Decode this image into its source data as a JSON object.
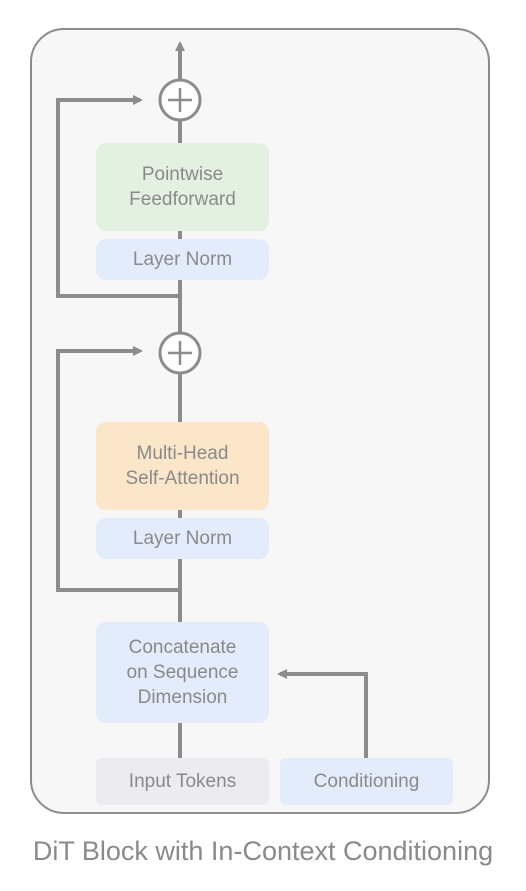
{
  "diagram": {
    "blocks": {
      "pointwise_ffn": "Pointwise\nFeedforward",
      "layer_norm_top": "Layer Norm",
      "mhsa": "Multi-Head\nSelf-Attention",
      "layer_norm_bottom": "Layer Norm",
      "concat": "Concatenate\non Sequence\nDimension",
      "input_tokens": "Input Tokens",
      "conditioning": "Conditioning"
    },
    "caption": "DiT Block with In-Context Conditioning",
    "colors": {
      "frame_border": "#8c8c8c",
      "frame_fill": "#f7f7f7",
      "wire": "#8c8c8c",
      "ffn_fill": "#e3f1e0",
      "layer_norm_fill": "#e3ecfa",
      "mhsa_fill": "#fbe6c9",
      "concat_fill": "#e3ecfa",
      "input_tokens_fill": "#ebebf0",
      "conditioning_fill": "#e3ecfa",
      "text": "#8a8a8a"
    }
  }
}
